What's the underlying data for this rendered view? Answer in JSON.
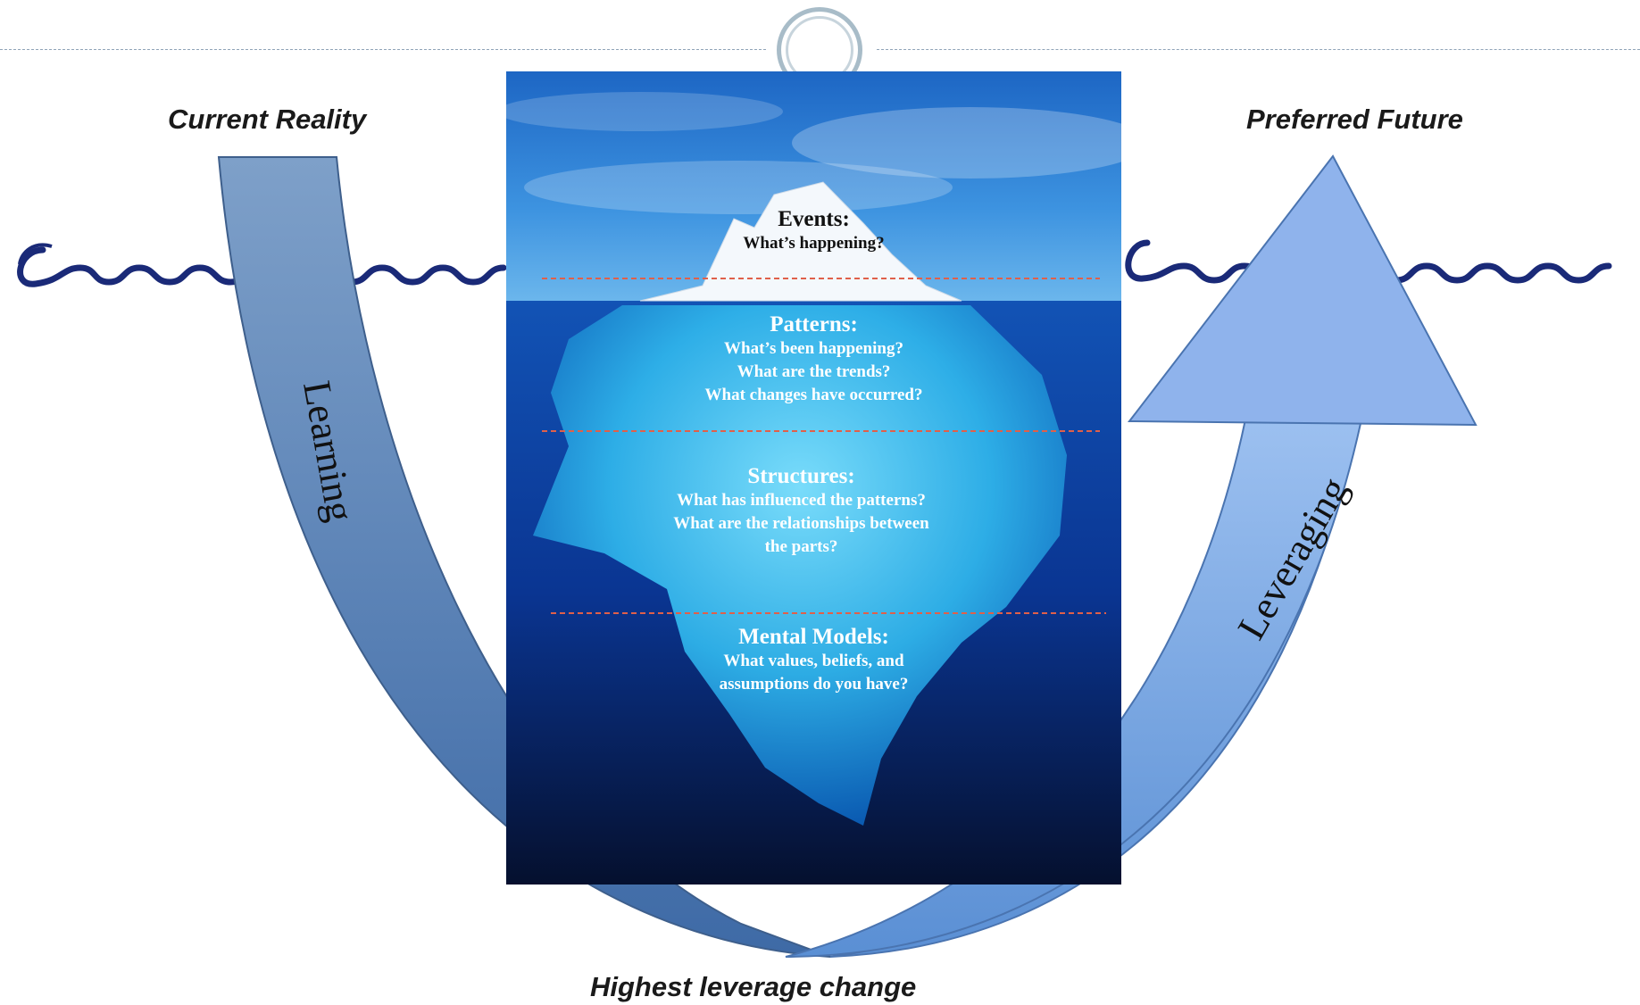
{
  "labels": {
    "current_reality": "Current Reality",
    "preferred_future": "Preferred Future",
    "highest_leverage": "Highest leverage change",
    "learning": "Learning",
    "leveraging": "Leveraging"
  },
  "levels": {
    "events": {
      "title": "Events:",
      "lines": [
        "What’s happening?"
      ]
    },
    "patterns": {
      "title": "Patterns:",
      "lines": [
        "What’s been happening?",
        "What are the trends?",
        "What changes have occurred?"
      ]
    },
    "structures": {
      "title": "Structures:",
      "lines": [
        "What has influenced the patterns?",
        "What are the relationships between",
        "the parts?"
      ]
    },
    "mental_models": {
      "title": "Mental Models:",
      "lines": [
        "What values, beliefs, and",
        "assumptions do you have?"
      ]
    }
  },
  "colors": {
    "arrow_left": "#5a85b8",
    "arrow_right": "#8fb3e8",
    "wave": "#1a2a78",
    "divider": "#e0604a"
  }
}
